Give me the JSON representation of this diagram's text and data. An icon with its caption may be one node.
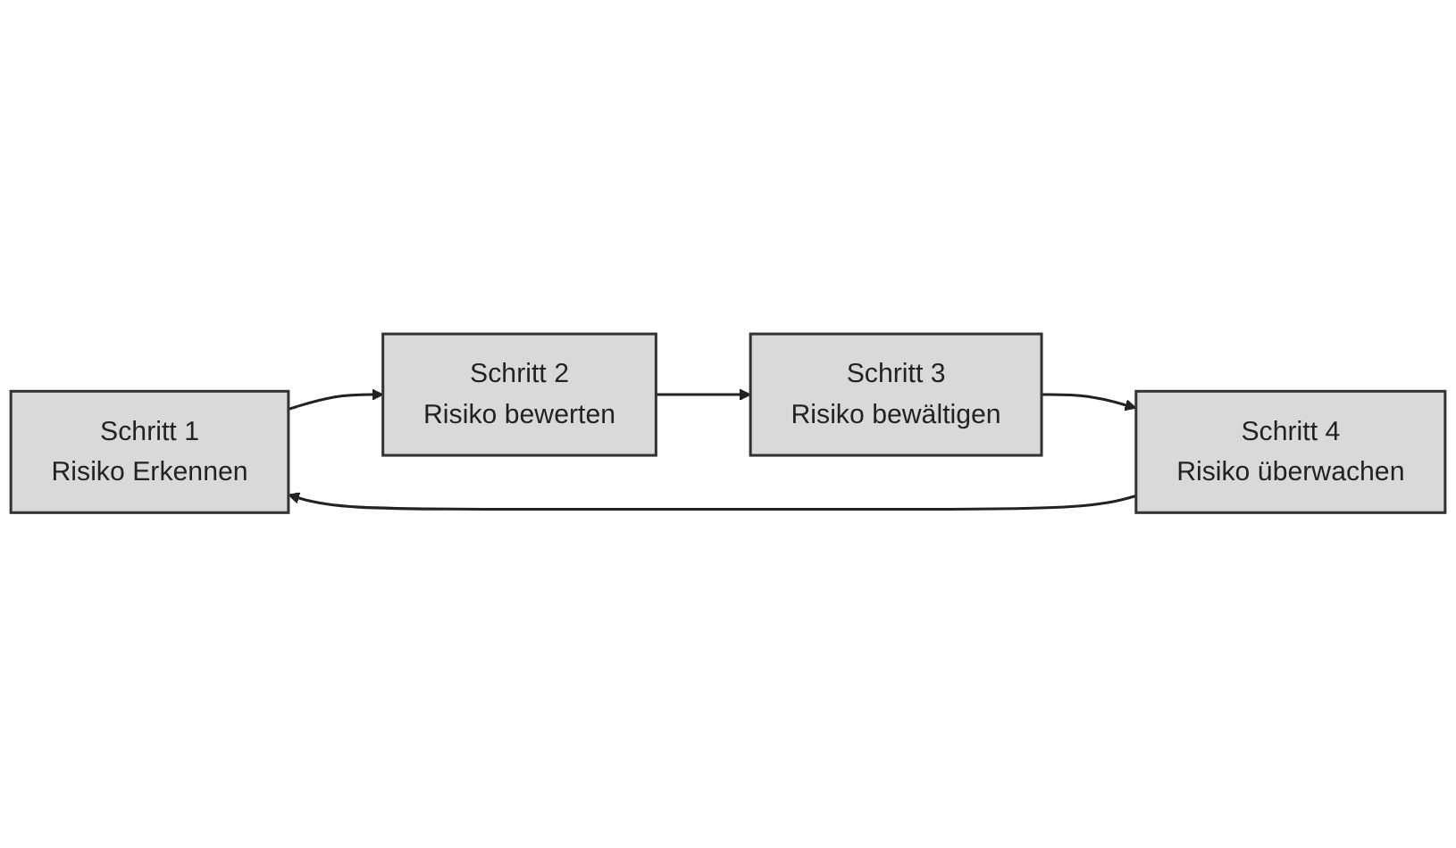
{
  "diagram": {
    "nodes": [
      {
        "text": [
          "Schritt 1",
          "Risiko Erkennen"
        ]
      },
      {
        "text": [
          "Schritt 2",
          "Risiko bewerten"
        ]
      },
      {
        "text": [
          "Schritt 3",
          "Risiko bewältigen"
        ]
      },
      {
        "text": [
          "Schritt 4",
          "Risiko überwachen"
        ]
      }
    ],
    "edges": [
      {
        "from": 0,
        "to": 1,
        "arrow": "to"
      },
      {
        "from": 1,
        "to": 2,
        "arrow": "to"
      },
      {
        "from": 2,
        "to": 3,
        "arrow": "to"
      },
      {
        "from": 3,
        "to": 0,
        "arrow": "to"
      }
    ]
  }
}
